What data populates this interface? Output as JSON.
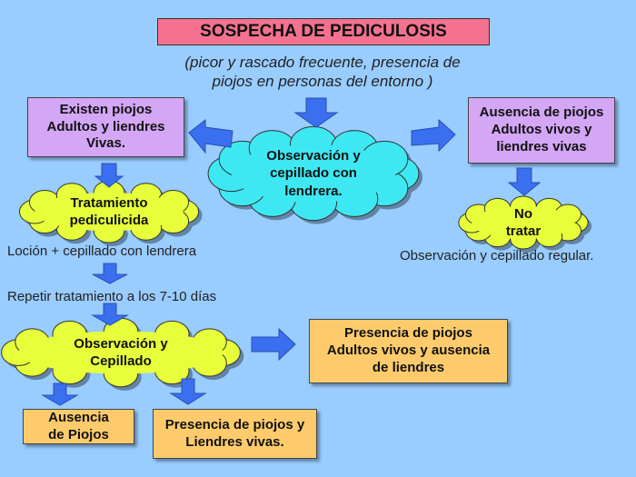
{
  "title": "SOSPECHA DE PEDICULOSIS",
  "subtitle": "(picor y rascado frecuente, presencia de\npiojos en personas del entorno )",
  "center_cloud": "Observación y\ncepillado con\nlendrera.",
  "left_box": "Existen piojos\nAdultos y liendres\nVivas.",
  "right_box": "Ausencia de piojos\nAdultos vivos y\nliendres vivas",
  "treatment_cloud": "Tratamiento\npediculicida",
  "no_treat_cloud": "No\ntratar",
  "lotion_text": "Loción + cepillado con lendrera",
  "regular_text": "Observación y cepillado regular.",
  "repeat_text": "Repetir tratamiento a los 7-10 días",
  "observation_cloud": "Observación y\nCepillado",
  "adults_no_nits_box": "Presencia de piojos\nAdultos vivos y ausencia\nde liendres",
  "absence_box": "Ausencia\nde Piojos",
  "lice_nits_box": "Presencia de piojos y\nLiendres vivas.",
  "colors": {
    "background": "#99ccff",
    "title": "#f4728f",
    "purple": "#d4a6f6",
    "orange": "#fdcb6c",
    "cyan_cloud": "#3ee8f2",
    "green_cloud": "#e6ff3a",
    "arrow": "#3a6ff0"
  }
}
